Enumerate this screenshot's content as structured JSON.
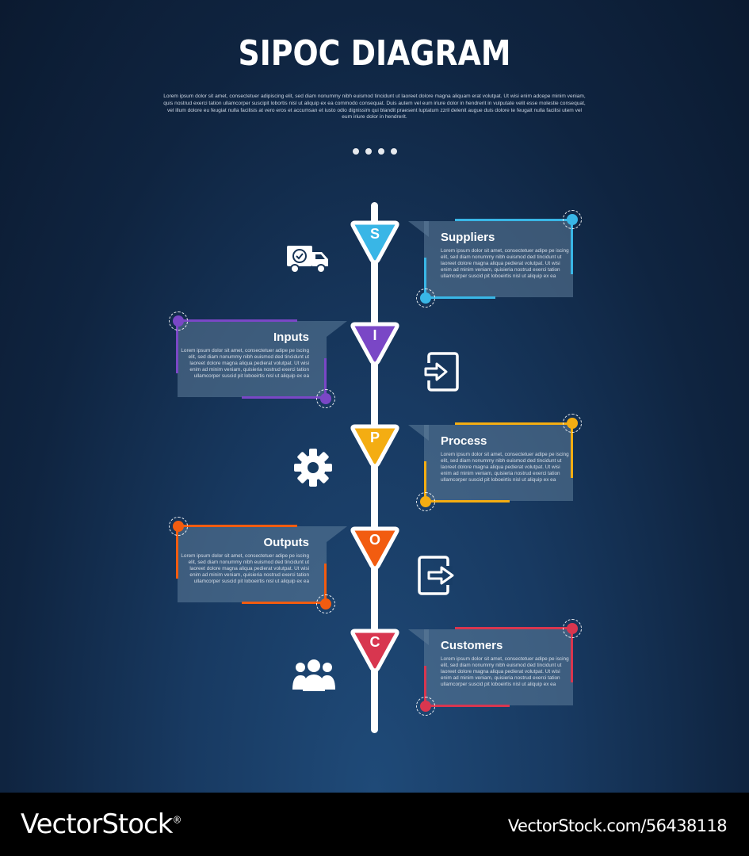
{
  "title": "SIPOC DIAGRAM",
  "intro": "Lorem ipsum dolor sit amet, consectetuer adipiscing elit, sed diam nonummy nibh euismod tincidunt ut laoreet dolore magna aliquam erat volutpat. Ut wisi enim adcepe minim veniam, quis nostrud exerci tation ullamcorper suscipit lobortis nisl ut aliquip ex ea commodo consequat. Duis autem vel eum iriure dolor in hendrerit in vulputate velit esse molestie consequat, vel illum dolore eu feugiat nulla facilisis at vero eros et accumsan et iusto odio dignissim qui blandit praesent luptatum zzril delenit augue duis dolore te feugait nulla facilisi utem vel eum iriure dolor in hendrerit.",
  "steps": [
    {
      "letter": "S",
      "heading": "Suppliers",
      "body": "Lorem ipsum dolor sit amet, consectetuer adipe pe iscing elit, sed diam nonummy nibh euismod ded tincidunt ut laoreet dolore magna aliqua pedierat volutpat. Ut wisi enim ad minim veniam, quisieria nostrud exerci tation ullamcorper suscid pit loboeirtis nisl ut aliquip ex ea",
      "color": "#39b6e6",
      "icon": "delivery-truck-icon"
    },
    {
      "letter": "I",
      "heading": "Inputs",
      "body": "Lorem ipsum dolor sit amet, consectetuer adipe pe iscing elit, sed diam nonummy nibh euismod ded tincidunt ut laoreet dolore magna aliqua pedierat volutpat. Ut wisi enim ad minim veniam, quisieria nostrud exerci tation ullamcorper suscid pit loboeirtis nisl ut aliquip ex ea",
      "color": "#7a47c6",
      "icon": "sign-in-icon"
    },
    {
      "letter": "P",
      "heading": "Process",
      "body": "Lorem ipsum dolor sit amet, consectetuer adipe pe iscing elit, sed diam nonummy nibh euismod ded tincidunt ut laoreet dolore magna aliqua pedierat volutpat. Ut wisi enim ad minim veniam, quisieria nostrud exerci tation ullamcorper suscid pit loboeirtis nisl ut aliquip ex ea",
      "color": "#f4ad12",
      "icon": "gear-icon"
    },
    {
      "letter": "O",
      "heading": "Outputs",
      "body": "Lorem ipsum dolor sit amet, consectetuer adipe pe iscing elit, sed diam nonummy nibh euismod ded tincidunt ut laoreet dolore magna aliqua pedierat volutpat. Ut wisi enim ad minim veniam, quisieria nostrud exerci tation ullamcorper suscid pit loboeirtis nisl ut aliquip ex ea",
      "color": "#f25c10",
      "icon": "sign-out-icon"
    },
    {
      "letter": "C",
      "heading": "Customers",
      "body": "Lorem ipsum dolor sit amet, consectetuer adipe pe iscing elit, sed diam nonummy nibh euismod ded tincidunt ut laoreet dolore magna aliqua pedierat volutpat. Ut wisi enim ad minim veniam, quisieria nostrud exerci tation ullamcorper suscid pit loboeirtis nisl ut aliquip ex ea",
      "color": "#d8364f",
      "icon": "people-group-icon"
    }
  ],
  "footer": {
    "brand": "VectorStock",
    "brand_mark": "®",
    "image_id": "VectorStock.com/56438118"
  }
}
